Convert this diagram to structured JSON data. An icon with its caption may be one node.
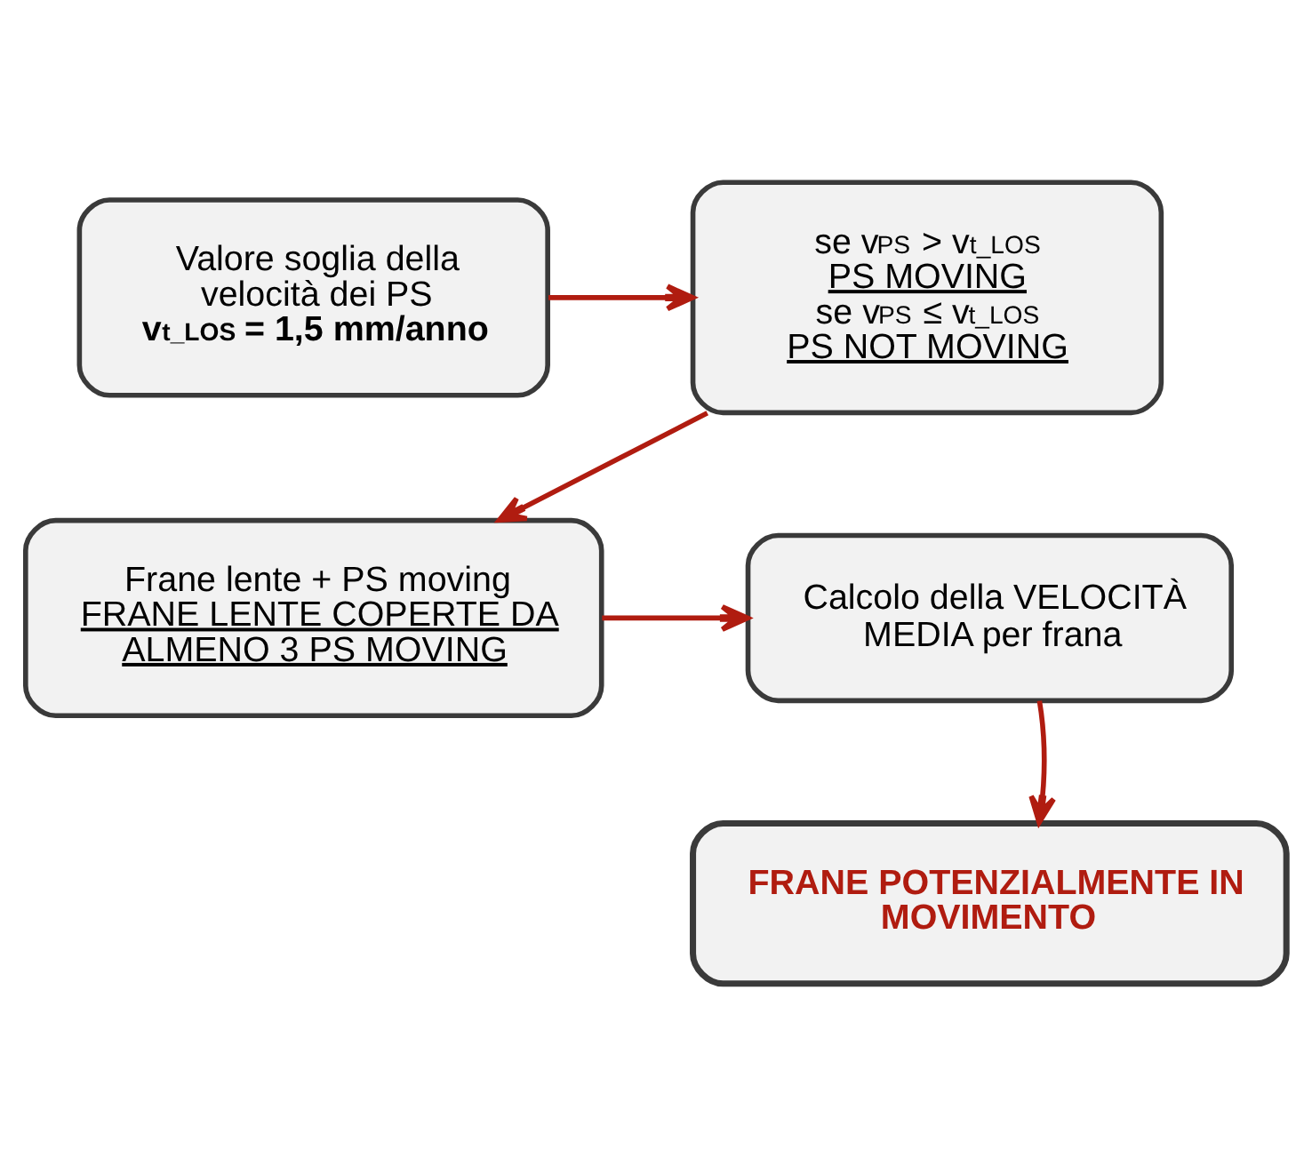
{
  "diagram": {
    "nodes": [
      {
        "text": [
          "Valore soglia della velocità dei PS",
          "v$_{t_LOS}$ = 1,5 mm/anno"
        ]
      },
      {
        "text": [
          "se v$_{PS}$ > v$_{t_LOS}$",
          "PS MOVING",
          "se v$_{PS}$ ≤ v$_{t_LOS}$",
          "PS NOT MOVING"
        ]
      },
      {
        "text": [
          "Frane lente + PS moving",
          "FRANE LENTE COPERTE DA ALMENO 3 PS MOVING"
        ]
      },
      {
        "text": [
          "Calcolo della VELOCITÀ MEDIA per frana"
        ]
      },
      {
        "text": [
          "FRANE POTENZIALMENTE IN MOVIMENTO"
        ]
      }
    ],
    "edges": [
      {
        "from": 0,
        "to": 1,
        "arrow": "to"
      },
      {
        "from": 1,
        "to": 2,
        "arrow": "to"
      },
      {
        "from": 2,
        "to": 3,
        "arrow": "to"
      },
      {
        "from": 3,
        "to": 4,
        "arrow": "to"
      }
    ]
  }
}
